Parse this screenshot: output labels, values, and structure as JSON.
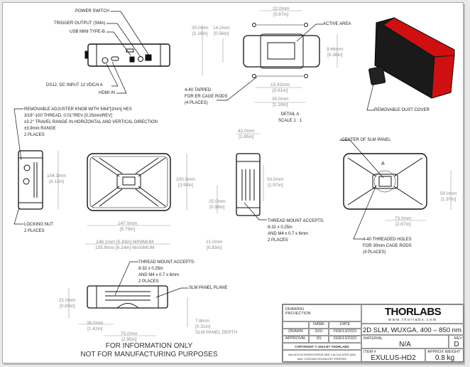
{
  "callouts": {
    "power_switch": "POWER SWITCH",
    "trigger_output": "TRIGGER OUTPUT (SMA)",
    "usb": "USB MINI TYPE-B",
    "dc_input": "DS12, DC INPUT 12 VDC/4 A",
    "hdmi": "HDMI IN",
    "knob": [
      "REMOVABLE ADJUSTER KNOB WITH 5/64\"[2mm] HEX",
      "3/16\"-100 THREAD, 0.01\"/REV [0.25mm/REV]",
      "±3.2° TRAVEL RANGE IN HORIZONTAL AND VERTICAL DIRECTION",
      "±3.9mm RANGE",
      "2 PLACES"
    ],
    "tapped": [
      "4-40 TAPPED",
      "FOR ER CAGE RODS",
      "(4 PLACES)"
    ],
    "active_area": "ACTIVE AREA",
    "dust_cover": "REMOVABLE DUST COVER",
    "locking_nut": [
      "LOCKING NUT",
      "2 PLACES"
    ],
    "thread_mount_side": [
      "THREAD MOUNT ACCEPTS:",
      "8-32 x 0.25in",
      "AND M4 x 0.7 x 6mm",
      "2 PLACES"
    ],
    "center_slm": "CENTER OF SLM PANEL",
    "detail_marker": "A",
    "threaded_holes": [
      "4-40 THREADED HOLES",
      "FOR 30mm CAGE RODS",
      "(4 PLACES)"
    ],
    "thread_mount_bottom": [
      "THREAD MOUNT ACCEPTS:",
      "8-32 x 0.25in",
      "AND M4 x 0.7 x 6mm",
      "2 PLACES"
    ],
    "slm_plane": "SLM PANEL PLANE",
    "detail_title": "DETAIL A",
    "detail_scale": "SCALE 1 : 1"
  },
  "dims": {
    "d30a": [
      "30.0mm",
      "[1.18in]"
    ],
    "d142": [
      "14.2mm",
      "[0.56in]"
    ],
    "d22": [
      "22.0mm",
      "[0.87in]"
    ],
    "d966": [
      "9.66mm",
      "[0.38in]"
    ],
    "d1542": [
      "15.42mm",
      "[0.61in]"
    ],
    "d30b": [
      "30.0mm",
      "[1.18in]"
    ],
    "d1043": [
      "104.3mm",
      "[4.11in]"
    ],
    "d100": [
      "100.0mm",
      "[3.94in]"
    ],
    "d147": [
      "147.0mm",
      "[5.79in]"
    ],
    "d148": [
      "148.1mm [5.83in] MINIMUM",
      "155.9mm [6.14in] MAXIMUM"
    ],
    "d42": [
      "42.0mm",
      "[1.65in]"
    ],
    "d50a": [
      "50.0mm",
      "[1.97in]"
    ],
    "d25": [
      "25.0mm",
      "[0.98in]"
    ],
    "d21a": [
      "21.0mm",
      "[0.83in]"
    ],
    "d50b": [
      "50.0mm",
      "[1.97in]"
    ],
    "d73": [
      "73.0mm",
      "[2.87in]"
    ],
    "d21b": [
      "21.0mm",
      "[0.83in]"
    ],
    "d36": [
      "36.0mm",
      "[1.42in]"
    ],
    "d75": [
      "75.0mm",
      "[2.95in]"
    ],
    "d78": [
      "7.8mm",
      "[0.31in]",
      "SLM PANEL DEPTH"
    ]
  },
  "disclaimer": [
    "FOR INFORMATION ONLY",
    "NOT FOR MANUFACTURING PURPOSES"
  ],
  "title_block": {
    "projection_label": "DRAWING PROJECTION",
    "col_name": "NAME",
    "col_date": "DATE",
    "drawn_label": "DRAWN",
    "drawn_name": "SXU",
    "drawn_date": "FEB/13/2023",
    "approval_label": "APPROVAL",
    "approval_name": "SS",
    "approval_date": "FEB/13/2023",
    "copyright": "COPYRIGHT © 2023 BY THORLABS",
    "note": "VALUES IN PARENTHESIS ARE CALCULATED AND MAY CONTAIN ROUNDOFF ERRORS",
    "logo": "THORLABS",
    "website": "www.thorlabs.com",
    "title": "2D SLM, WUXGA, 400 – 850 nm",
    "material_label": "MATERIAL",
    "material": "N/A",
    "rev_label": "REV",
    "rev": "D",
    "item_label": "ITEM #",
    "item": "EXULUS-HD2",
    "weight_label": "APPROX WEIGHT",
    "weight": "0.8 kg"
  },
  "colors": {
    "housing": "#d01010",
    "body": "#1a1a1a",
    "dim": "#8a8a8a"
  }
}
